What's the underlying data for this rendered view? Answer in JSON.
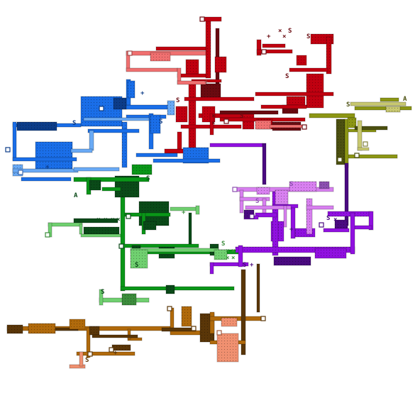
{
  "map": {
    "background": "#ffffff",
    "regions": [
      {
        "name": "red",
        "color": "#c00010",
        "dark": "#6a0a10"
      },
      {
        "name": "salmon",
        "color": "#f07070",
        "dark": "#a04848"
      },
      {
        "name": "blue",
        "color": "#1a6ee8",
        "dark": "#0c3c88"
      },
      {
        "name": "lightblue",
        "color": "#6aaaf5",
        "dark": "#3c6ab0"
      },
      {
        "name": "green",
        "color": "#0a9618",
        "dark": "#0a4a18"
      },
      {
        "name": "lightgreen",
        "color": "#70d070",
        "dark": "#3c8c3c"
      },
      {
        "name": "olive",
        "color": "#8c9614",
        "dark": "#4c5010"
      },
      {
        "name": "khaki",
        "color": "#c8c870",
        "dark": "#80803c"
      },
      {
        "name": "purple",
        "color": "#9010e0",
        "dark": "#4a0a80"
      },
      {
        "name": "violet",
        "color": "#d880f0",
        "dark": "#8c50b0"
      },
      {
        "name": "orange",
        "color": "#b06a0c",
        "dark": "#5a3608"
      },
      {
        "name": "peach",
        "color": "#f09070",
        "dark": "#a05a40"
      }
    ],
    "labels": {
      "save": "S",
      "area": "A",
      "item": "+",
      "blocked": "×"
    }
  }
}
